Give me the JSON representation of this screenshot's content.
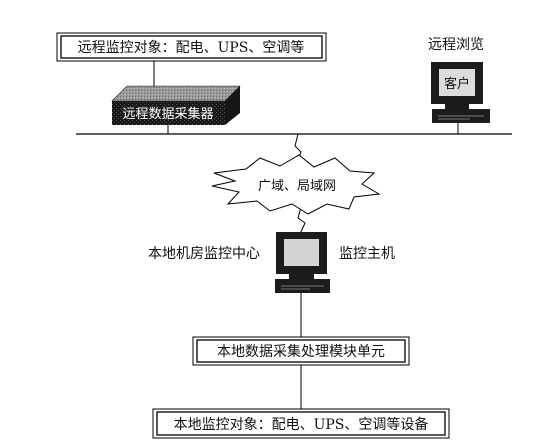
{
  "remote_target_box": "远程监控对象：配电、UPS、空调等",
  "remote_browse_label": "远程浏览",
  "client_screen_text": "客户",
  "remote_collector_label": "远程数据采集器",
  "network_cloud_label": "广域、局域网",
  "local_center_label": "本地机房监控中心",
  "host_label": "监控主机",
  "local_processing_box": "本地数据采集处理模块单元",
  "local_target_box": "本地监控对象：配电、UPS、空调等设备"
}
